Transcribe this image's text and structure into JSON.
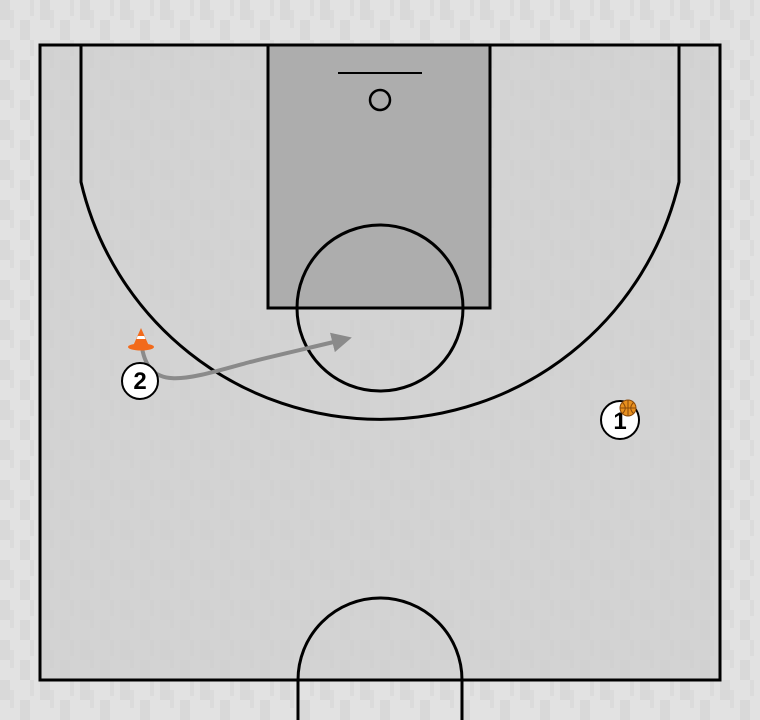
{
  "diagram": {
    "type": "basketball-half-court-play",
    "colors": {
      "background": "#ffffff",
      "wood_light": "#e2e2e2",
      "wood_dark": "#c9c9c9",
      "court_floor": "#cdcdcd",
      "paint": "#a4a4a4",
      "court_lines": "#000000",
      "cut_path": "#8a8a8a",
      "cone": "#f26a1b",
      "ball": "#e8901e",
      "player_fill": "#ffffff"
    },
    "players": [
      {
        "id": "p2",
        "label": "2",
        "has_ball": false,
        "icon": "player-circle"
      },
      {
        "id": "p1",
        "label": "1",
        "has_ball": true,
        "icon": "player-circle"
      }
    ],
    "props": [
      {
        "id": "cone",
        "icon": "traffic-cone-icon"
      },
      {
        "id": "ball",
        "icon": "basketball-icon"
      }
    ],
    "actions": [
      {
        "type": "cut",
        "player": "2",
        "path_style": "solid-arrow",
        "direction": "toward lane"
      }
    ]
  }
}
